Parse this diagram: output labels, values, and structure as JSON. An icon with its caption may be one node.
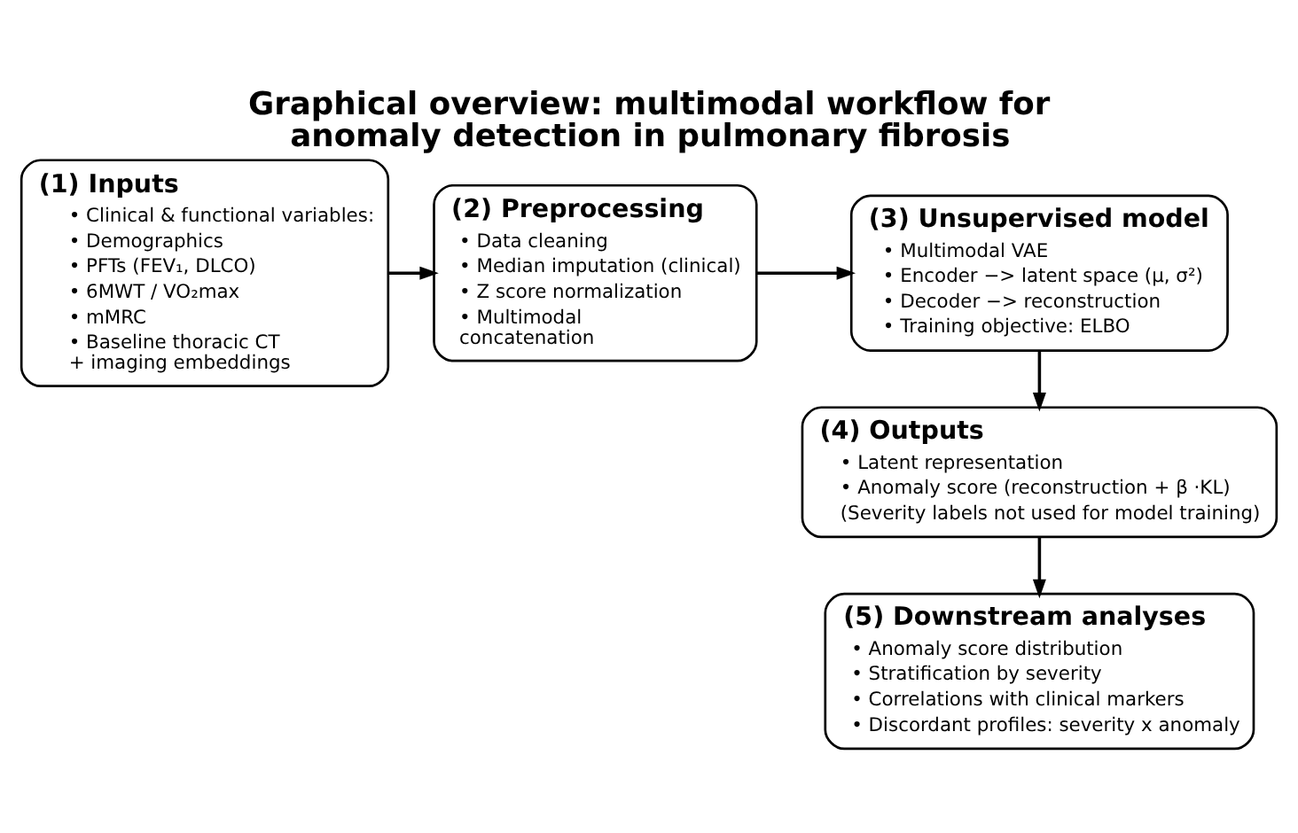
{
  "diagram": {
    "title": "Graphical overview: multimodal workflow for anomaly detection in pulmonary fibrosis",
    "nodes": [
      {
        "text": [
          "(1) Inputs",
          "• Clinical & functional variables:",
          "• Demographics",
          "• PFTs (FEV₁, DLCO)",
          "• 6MWT / VO₂max",
          "• mMRC",
          "• Baseline thoracic CT + imaging embeddings"
        ]
      },
      {
        "text": [
          "(2) Preprocessing",
          "• Data cleaning",
          "• Median imputation (clinical)",
          "• Z score normalization",
          "• Multimodal concatenation"
        ]
      },
      {
        "text": [
          "(3) Unsupervised model",
          "• Multimodal VAE",
          "• Encoder −> latent space (μ, σ²)",
          "• Decoder −> reconstruction",
          "• Training objective: ELBO"
        ]
      },
      {
        "text": [
          "(4) Outputs",
          "• Latent representation",
          "• Anomaly score (reconstruction + β ·KL)",
          "(Severity labels not used for model training)"
        ]
      },
      {
        "text": [
          "(5) Downstream analyses",
          "• Anomaly score distribution",
          "• Stratification by severity",
          "• Correlations with clinical markers",
          "• Discordant profiles: severity x anomaly"
        ]
      }
    ],
    "edges": [
      {
        "from": 0,
        "to": 1,
        "arrow": "to"
      },
      {
        "from": 1,
        "to": 2,
        "arrow": "to"
      },
      {
        "from": 2,
        "to": 3,
        "arrow": "to"
      },
      {
        "from": 3,
        "to": 4,
        "arrow": "to"
      }
    ]
  }
}
